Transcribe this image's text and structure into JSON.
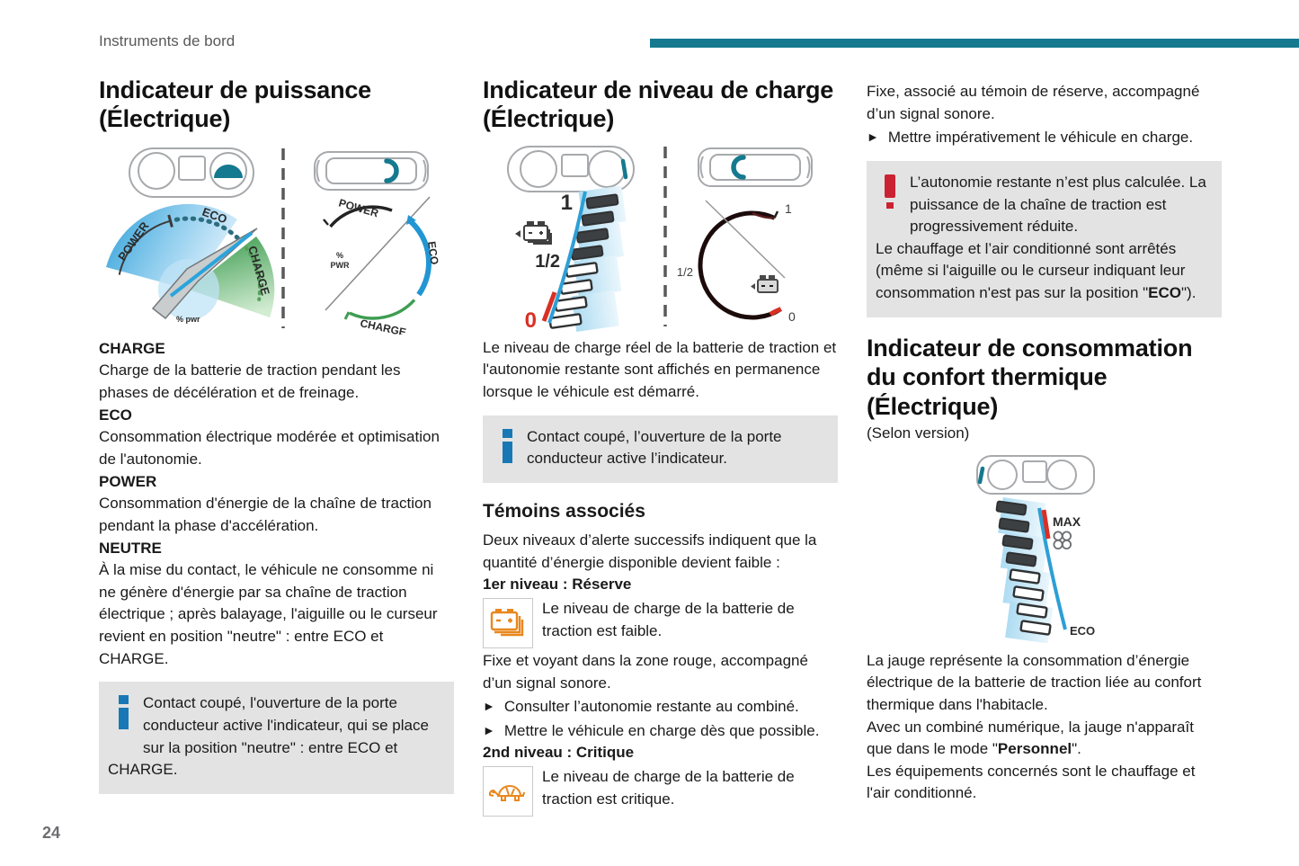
{
  "page": {
    "header": "Instruments de bord",
    "page_number": "24"
  },
  "colors": {
    "accent_teal": "#15798f",
    "info_blue": "#1878b5",
    "warning_red": "#cb2233",
    "telltale_orange": "#e8881f",
    "gauge_blue": "#2d9fd6",
    "gauge_green": "#3f9d52",
    "box_gray": "#e3e3e3"
  },
  "col1": {
    "title": "Indicateur de puissance (Électrique)",
    "terms": [
      {
        "term": "CHARGE",
        "def": "Charge de la batterie de traction pendant les phases de décélération et de freinage."
      },
      {
        "term": "ECO",
        "def": "Consommation électrique modérée et optimisation de l'autonomie."
      },
      {
        "term": "POWER",
        "def": "Consommation d'énergie de la chaîne de traction pendant la phase d'accélération."
      },
      {
        "term": "NEUTRE",
        "def": "À la mise du contact, le véhicule ne consomme ni ne génère d'énergie par sa chaîne de traction électrique ; après balayage, l'aiguille ou le curseur revient en position \"neutre\" : entre ECO et CHARGE."
      }
    ],
    "info_box": "Contact coupé, l'ouverture de la porte conducteur active l'indicateur, qui se place sur la position \"neutre\" : entre ECO et CHARGE."
  },
  "col2": {
    "title": "Indicateur de niveau de charge (Électrique)",
    "intro": "Le niveau de charge réel de la batterie de traction et l'autonomie restante sont affichés en permanence lorsque le véhicule est démarré.",
    "info_box": "Contact coupé, l’ouverture de la porte conducteur active l’indicateur.",
    "section_title": "Témoins associés",
    "section_intro": "Deux niveaux d’alerte successifs indiquent que la quantité d’énergie disponible devient faible :",
    "level1_title": "1er niveau : Réserve",
    "level1_text": "Le niveau de charge de la batterie de traction est faible.",
    "level1_detail": "Fixe et voyant dans la zone rouge, accompagné d’un signal sonore.",
    "actions": [
      {
        "arrow": "►",
        "text": "Consulter l’autonomie restante au combiné."
      },
      {
        "arrow": "►",
        "text": "Mettre le véhicule en charge dès que possible."
      }
    ],
    "level2_title": "2nd niveau : Critique",
    "level2_text": "Le niveau de charge de la batterie de traction est critique."
  },
  "col3": {
    "continuation": "Fixe, associé au témoin de réserve, accompagné d’un signal sonore.",
    "action": {
      "arrow": "►",
      "text": "Mettre impérativement le véhicule en charge."
    },
    "warning": {
      "p1": "L’autonomie restante n’est plus calculée. La puissance de la chaîne de traction est progressivement réduite.",
      "p2_pre": "Le chauffage et l’air conditionné sont arrêtés (même si l'aiguille ou le curseur indiquant leur consommation n'est pas sur la position \"",
      "p2_bold": "ECO",
      "p2_post": "\")."
    },
    "title": "Indicateur de consommation du confort thermique (Électrique)",
    "subtitle": "(Selon version)",
    "p1": "La jauge représente la consommation d’énergie électrique de la batterie de traction liée au confort thermique dans l'habitacle.",
    "p2_pre": "Avec un combiné numérique, la jauge n'apparaît que dans le mode \"",
    "p2_bold": "Personnel",
    "p2_post": "\".",
    "p3": "Les équipements concernés sont le chauffage et l'air conditionné."
  },
  "illustrations": {
    "power_analog": {
      "power": "POWER",
      "eco": "ECO",
      "charge": "CHARGE",
      "pct": "% pwr"
    },
    "power_digital": {
      "power": "POWER",
      "eco": "ECO",
      "charge": "CHARGE",
      "pct1": "%",
      "pct2": "PWR"
    },
    "charge_analog": {
      "full": "1",
      "half": "1/2",
      "zero": "0"
    },
    "charge_digital": {
      "full": "1",
      "half": "1/2",
      "zero": "0"
    },
    "thermal": {
      "max": "MAX",
      "eco": "ECO"
    }
  }
}
